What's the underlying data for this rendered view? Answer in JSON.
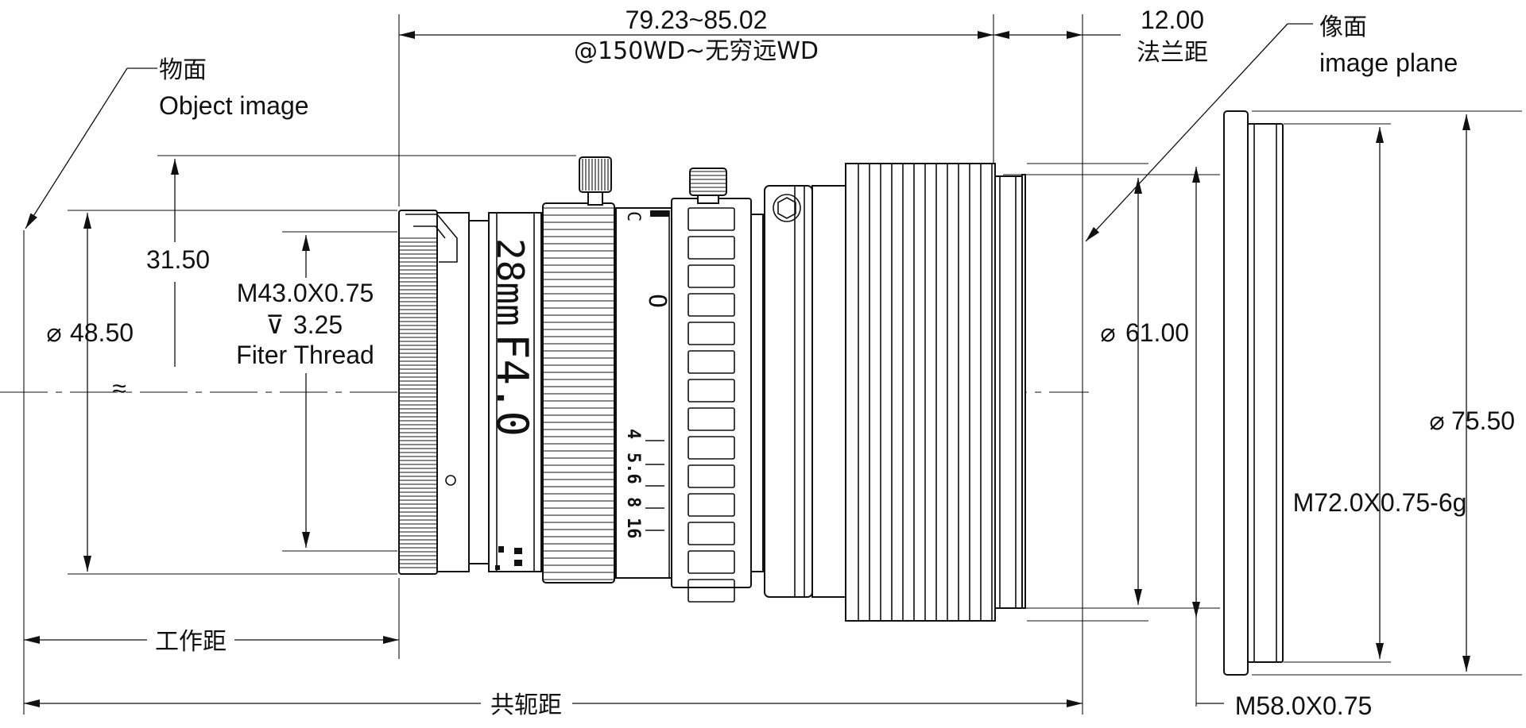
{
  "labels": {
    "total_length": "79.23~85.02",
    "working_range": "@150WD~无穷远WD",
    "flange_value": "12.00",
    "flange_cn": "法兰距",
    "image_plane_cn": "像面",
    "image_plane_en": "image plane",
    "object_cn": "物面",
    "object_en": "Object image",
    "dim_31_50": "31.50",
    "filter_thread_1": "M43.0X0.75",
    "filter_thread_2": "3.25",
    "filter_thread_3": "Fiter Thread",
    "dia_48_50": "48.50",
    "dia_61_00": "61.00",
    "dia_75_50": "75.50",
    "thread_m72": "M72.0X0.75-6g",
    "thread_m58": "M58.0X0.75",
    "working_distance_cn": "工作距",
    "conjugate_cn": "共轭距",
    "approx": "≈",
    "dia_symbol": "⌀",
    "depth_symbol": "⊽"
  },
  "lens_engraving": {
    "model": "28mm",
    "aperture": "F4.0",
    "mark_c": "C",
    "mark_o": "O",
    "scale_4": "4",
    "scale_5_6": "5.6",
    "scale_8": "8",
    "scale_16": "16"
  },
  "colors": {
    "ink": "#111111",
    "paper": "#ffffff"
  }
}
